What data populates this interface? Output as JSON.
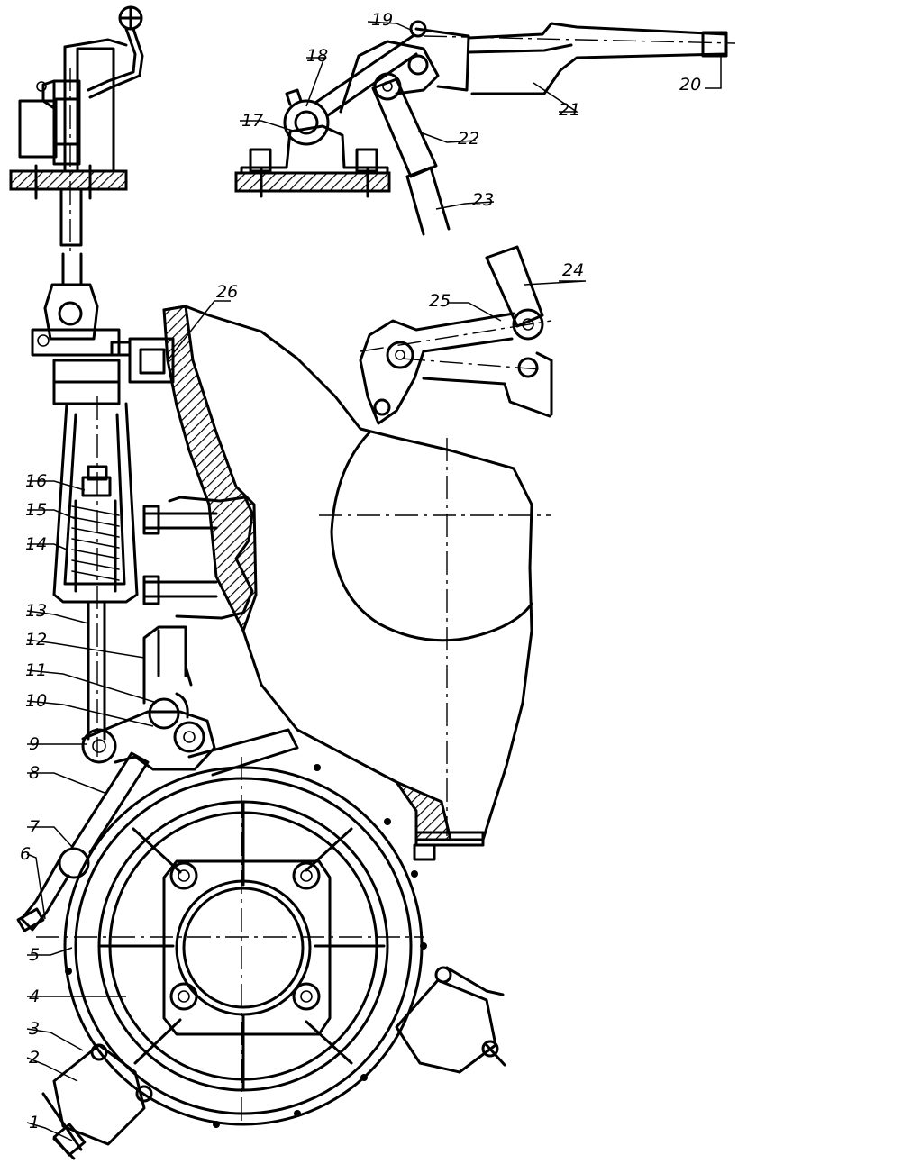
{
  "labels": {
    "l1": "1",
    "l2": "2",
    "l3": "3",
    "l4": "4",
    "l5": "5",
    "l6": "6",
    "l7": "7",
    "l8": "8",
    "l9": "9",
    "l10": "10",
    "l11": "11",
    "l12": "12",
    "l13": "13",
    "l14": "14",
    "l15": "15",
    "l16": "16",
    "l17": "17",
    "l18": "18",
    "l19": "19",
    "l20": "20",
    "l21": "21",
    "l22": "22",
    "l23": "23",
    "l24": "24",
    "l25": "25",
    "l26": "26"
  }
}
